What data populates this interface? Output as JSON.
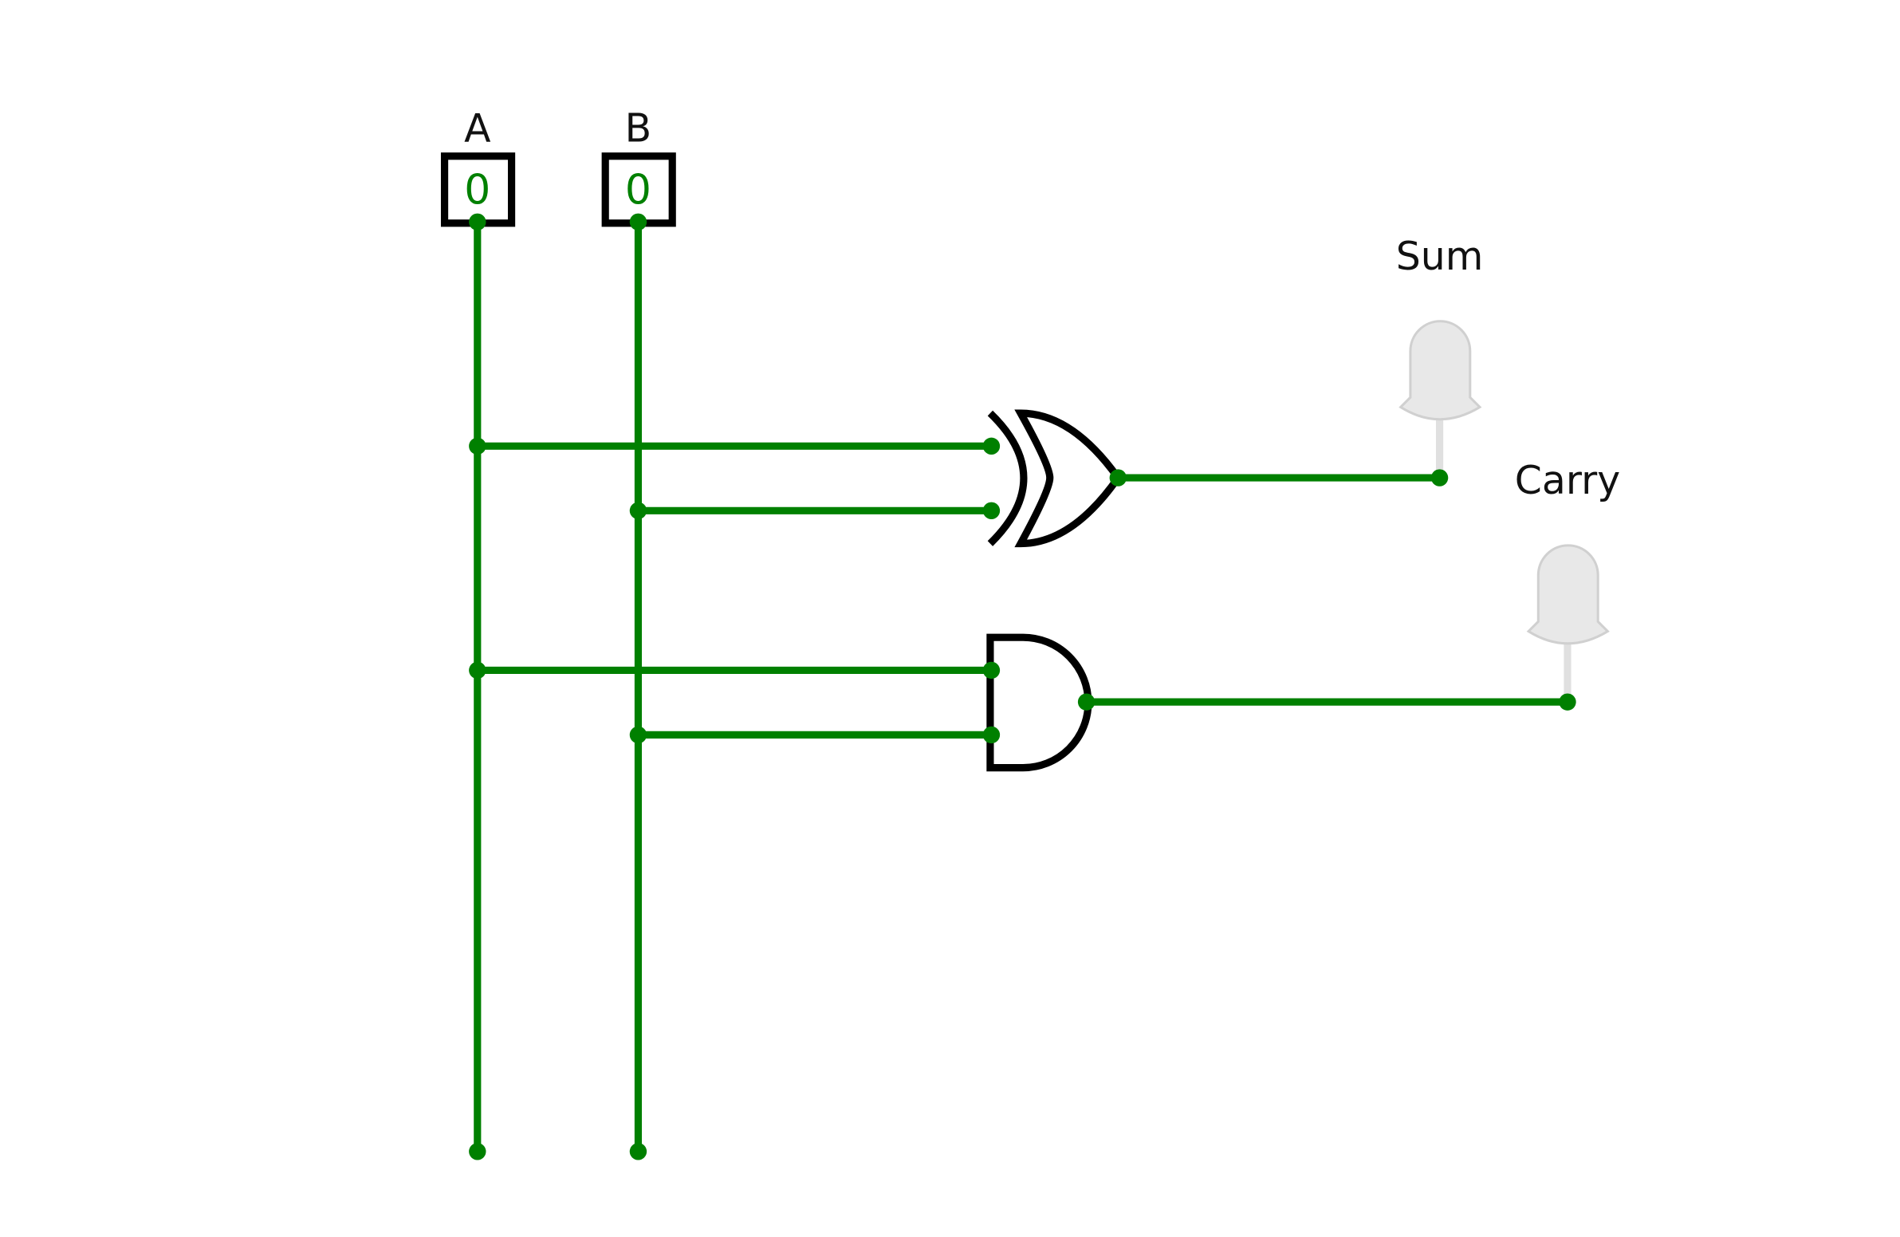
{
  "colors": {
    "wire": "#008000",
    "gate": "#000000",
    "led_off": "#e8e8e8",
    "led_outline": "#d0d0d0"
  },
  "inputs": [
    {
      "label": "A",
      "value": "0"
    },
    {
      "label": "B",
      "value": "0"
    }
  ],
  "gates": [
    {
      "type": "XOR",
      "icon": "xor-gate-icon"
    },
    {
      "type": "AND",
      "icon": "and-gate-icon"
    }
  ],
  "outputs": [
    {
      "label": "Sum",
      "state": "off"
    },
    {
      "label": "Carry",
      "state": "off"
    }
  ]
}
